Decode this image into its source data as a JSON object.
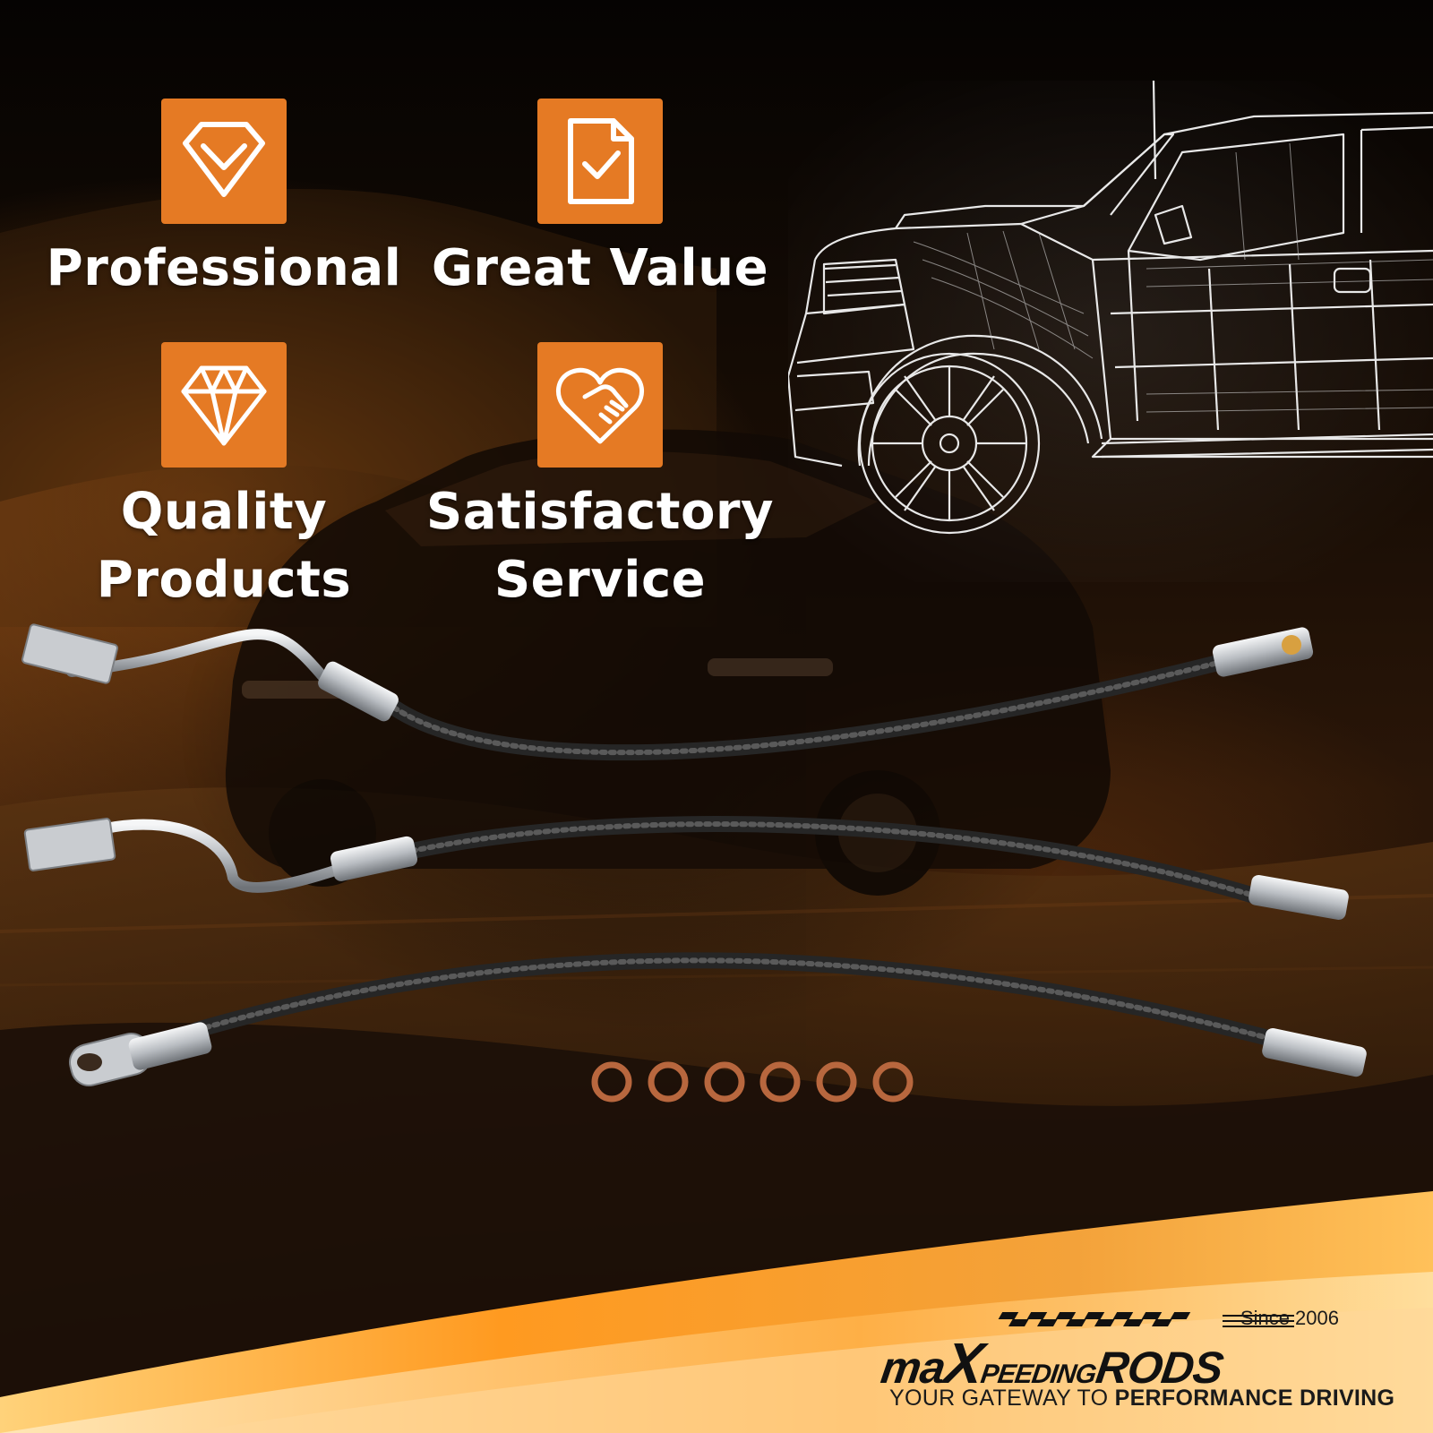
{
  "features": [
    {
      "label": "Professional",
      "icon": "diamond-check-icon"
    },
    {
      "label": "Great Value",
      "icon": "document-check-icon"
    },
    {
      "label": "Quality",
      "label2": "Products",
      "icon": "gem-icon"
    },
    {
      "label": "Satisfactory",
      "label2": "Service",
      "icon": "heart-handshake-icon"
    }
  ],
  "brand": {
    "since": "Since 2006",
    "name_part1": "ma",
    "name_x": "X",
    "name_part2": "PEEDING",
    "name_part3": "RODS",
    "tagline_light": "YOUR GATEWAY TO ",
    "tagline_bold": "PERFORMANCE DRIVING"
  },
  "colors": {
    "accent": "#e57a24",
    "background": "#120b06",
    "hose": "#3a3a3a",
    "chrome": "#cfd2d6",
    "washer": "#b8673e"
  },
  "product": {
    "hose_count": 3,
    "washer_count": 6
  }
}
